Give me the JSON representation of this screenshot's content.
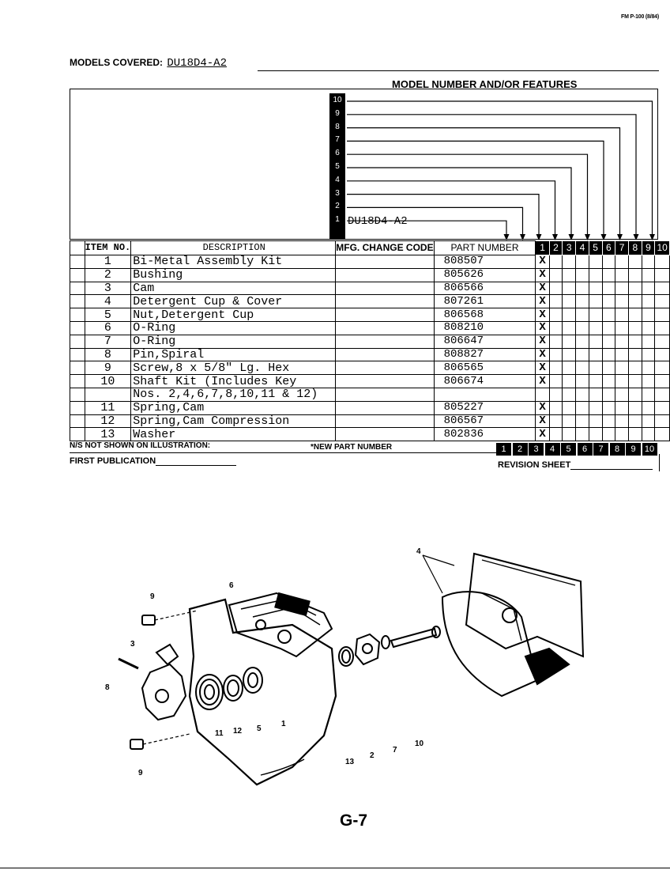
{
  "header": {
    "form_id": "FM P-100 (8/84)",
    "models_covered_label": "MODELS COVERED:",
    "models_covered_value": "DU18D4-A2",
    "model_features_title": "MODEL NUMBER AND/OR FEATURES"
  },
  "model_slots": [
    "10",
    "9",
    "8",
    "7",
    "6",
    "5",
    "4",
    "3",
    "2",
    "1"
  ],
  "model_slot_1_name": "DU18D4-A2",
  "table": {
    "headers": {
      "item_no": "ITEM NO.",
      "description": "DESCRIPTION",
      "mfg_change_code": "MFG. CHANGE CODE",
      "part_number": "PART NUMBER",
      "model_cols": [
        "1",
        "2",
        "3",
        "4",
        "5",
        "6",
        "7",
        "8",
        "9",
        "10"
      ]
    },
    "rows": [
      {
        "item": "1",
        "desc": "Bi-Metal Assembly Kit",
        "part": "808507",
        "mark": "X"
      },
      {
        "item": "2",
        "desc": "Bushing",
        "part": "805626",
        "mark": "X"
      },
      {
        "item": "3",
        "desc": "Cam",
        "part": "806566",
        "mark": "X"
      },
      {
        "item": "4",
        "desc": "Detergent Cup & Cover",
        "part": "807261",
        "mark": "X"
      },
      {
        "item": "5",
        "desc": "Nut,Detergent Cup",
        "part": "806568",
        "mark": "X"
      },
      {
        "item": "6",
        "desc": "O-Ring",
        "part": "808210",
        "mark": "X"
      },
      {
        "item": "7",
        "desc": "O-Ring",
        "part": "806647",
        "mark": "X"
      },
      {
        "item": "8",
        "desc": "Pin,Spiral",
        "part": "808827",
        "mark": "X"
      },
      {
        "item": "9",
        "desc": "Screw,8 x 5/8\" Lg. Hex",
        "part": "806565",
        "mark": "X"
      },
      {
        "item": "10",
        "desc": "Shaft Kit (Includes Key",
        "part": "806674",
        "mark": "X"
      },
      {
        "item": "",
        "desc": "Nos. 2,4,6,7,8,10,11 & 12)",
        "part": "",
        "mark": ""
      },
      {
        "item": "11",
        "desc": "Spring,Cam",
        "part": "805227",
        "mark": "X"
      },
      {
        "item": "12",
        "desc": "Spring,Cam Compression",
        "part": "806567",
        "mark": "X"
      },
      {
        "item": "13",
        "desc": "Washer",
        "part": "802836",
        "mark": "X"
      }
    ]
  },
  "footer": {
    "ns_note": "N/S NOT SHOWN ON ILLUSTRATION:",
    "new_part_note": "*NEW PART NUMBER",
    "bottom_model_cols": [
      "1",
      "2",
      "3",
      "4",
      "5",
      "6",
      "7",
      "8",
      "9",
      "10"
    ],
    "first_publication_label": "FIRST PUBLICATION",
    "revision_sheet_label": "REVISION SHEET"
  },
  "illustration": {
    "callouts": [
      "4",
      "6",
      "9",
      "3",
      "8",
      "11",
      "12",
      "5",
      "1",
      "13",
      "2",
      "7",
      "10",
      "9"
    ]
  },
  "page_number": "G-7"
}
